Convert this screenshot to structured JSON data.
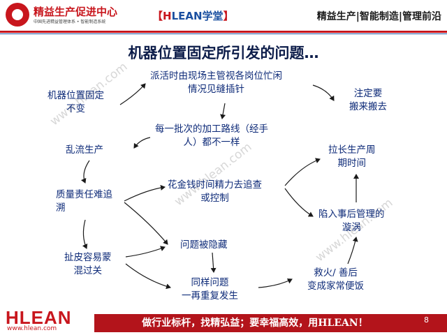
{
  "header": {
    "logo_title": "精益生产促进中心",
    "logo_subtitle": "中国先进精益管理体系 • 智能制造系统",
    "brand_open": "【",
    "brand_h": "H",
    "brand_lean": "LEAN",
    "brand_xt": "学堂",
    "brand_close": "】",
    "tagline": "精益生产|智能制造|管理前沿"
  },
  "slide": {
    "title": "机器位置固定所引发的问题…"
  },
  "diagram": {
    "nodes": {
      "machine_fixed": [
        "机器位置固定",
        "不变"
      ],
      "dispatch": [
        "派活时由现场主管视各岗位忙闲",
        "情况见缝插针"
      ],
      "doomed_move": [
        "注定要",
        "搬来搬去"
      ],
      "route_varies": [
        "每一批次的加工路线（经手",
        "人）都不一样"
      ],
      "chaotic_flow": [
        "乱流生产"
      ],
      "extend_cycle": [
        "拉长生产周",
        "期时间"
      ],
      "quality_hard": [
        "质量责任难追",
        "溯"
      ],
      "spend_money": [
        "花金钱时间精力去追查",
        "或控制"
      ],
      "after_vortex": [
        "陷入事后管理的",
        "漩涡"
      ],
      "shirk": [
        "扯皮容易蒙",
        "混过关"
      ],
      "hidden": [
        "问题被隐藏"
      ],
      "firefight": [
        "救火/  善后",
        "变成家常便饭"
      ],
      "repeat": [
        "同样问题",
        "一再重复发生"
      ]
    }
  },
  "watermarks": [
    "www.hlean.com",
    "www.hlean.com",
    "www.hlean.com"
  ],
  "footer": {
    "logo": "HLEAN",
    "url": "www.hlean.com",
    "slogan": "做行业标杆，找精弘益；要幸福高效，用HLEAN！",
    "page": "8"
  },
  "colors": {
    "brand_red": "#c8161d",
    "brand_blue": "#1a4fa0",
    "node_text": "#0d2a78",
    "title_text": "#0d1d4a",
    "footer_bar": "#b3141b"
  }
}
